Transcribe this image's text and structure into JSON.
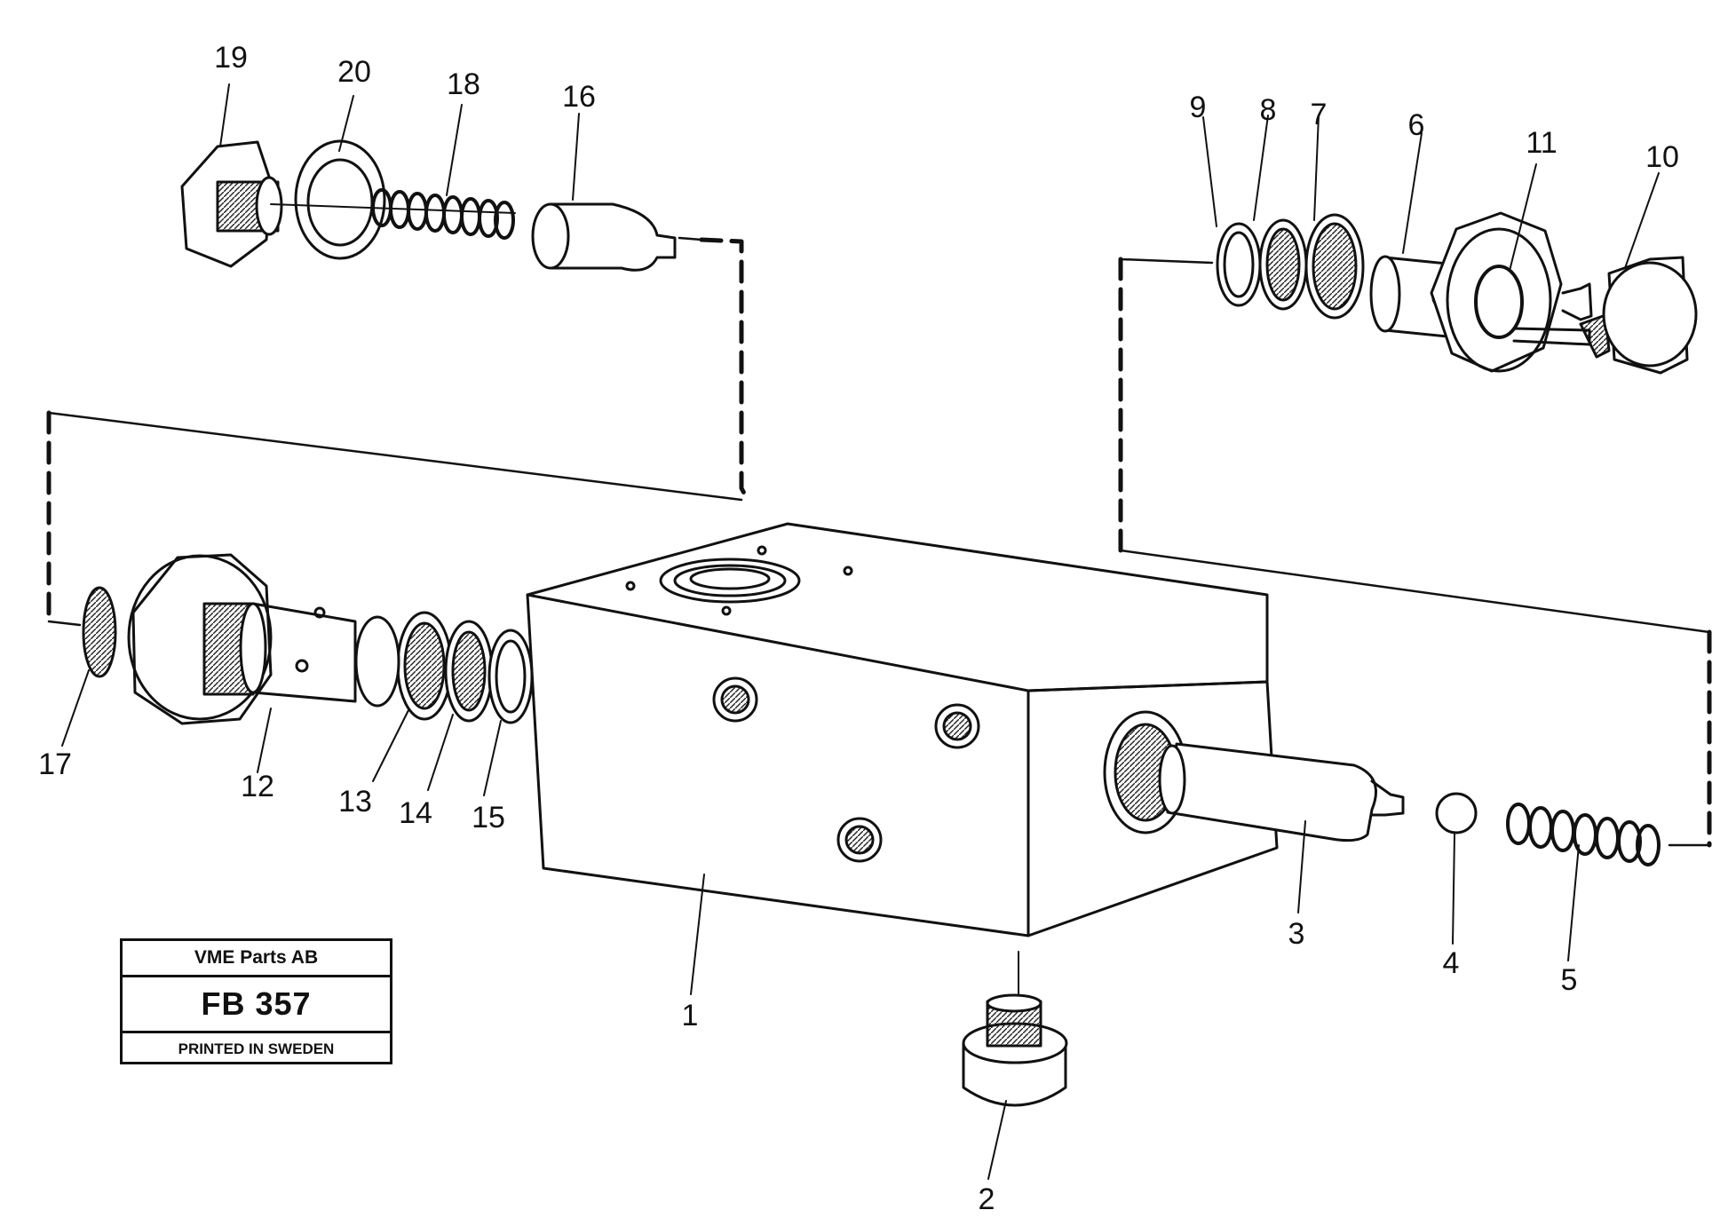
{
  "callouts": [
    {
      "n": "1"
    },
    {
      "n": "2"
    },
    {
      "n": "3"
    },
    {
      "n": "4"
    },
    {
      "n": "5"
    },
    {
      "n": "6"
    },
    {
      "n": "7"
    },
    {
      "n": "8"
    },
    {
      "n": "9"
    },
    {
      "n": "10"
    },
    {
      "n": "11"
    },
    {
      "n": "12"
    },
    {
      "n": "13"
    },
    {
      "n": "14"
    },
    {
      "n": "15"
    },
    {
      "n": "16"
    },
    {
      "n": "17"
    },
    {
      "n": "18"
    },
    {
      "n": "19"
    },
    {
      "n": "20"
    }
  ],
  "stamp": {
    "company": "VME Parts AB",
    "code": "FB 357",
    "printed": "PRINTED IN SWEDEN"
  }
}
